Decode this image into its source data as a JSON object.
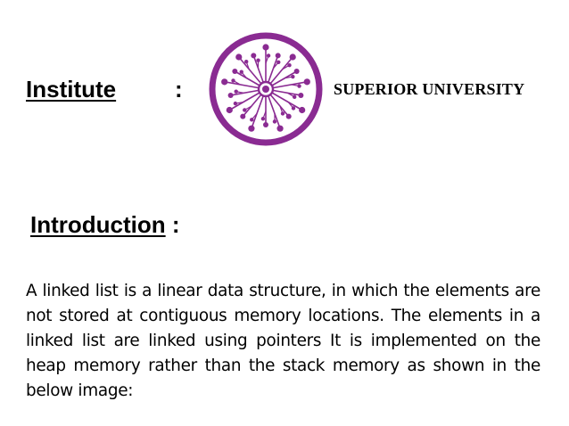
{
  "institute": {
    "label": "Institute",
    "colon": ":",
    "university_name": "SUPERIOR UNIVERSITY",
    "logo_icon": "superior-university-logo",
    "brand_color": "#8A2B92"
  },
  "introduction": {
    "heading": "Introduction",
    "colon": ":",
    "paragraph": "A linked list is a linear data structure, in which the elements are not stored at contiguous memory locations. The elements in a linked list are linked using pointers  It is implemented on the heap memory rather than the stack memory as shown in the below image:"
  }
}
